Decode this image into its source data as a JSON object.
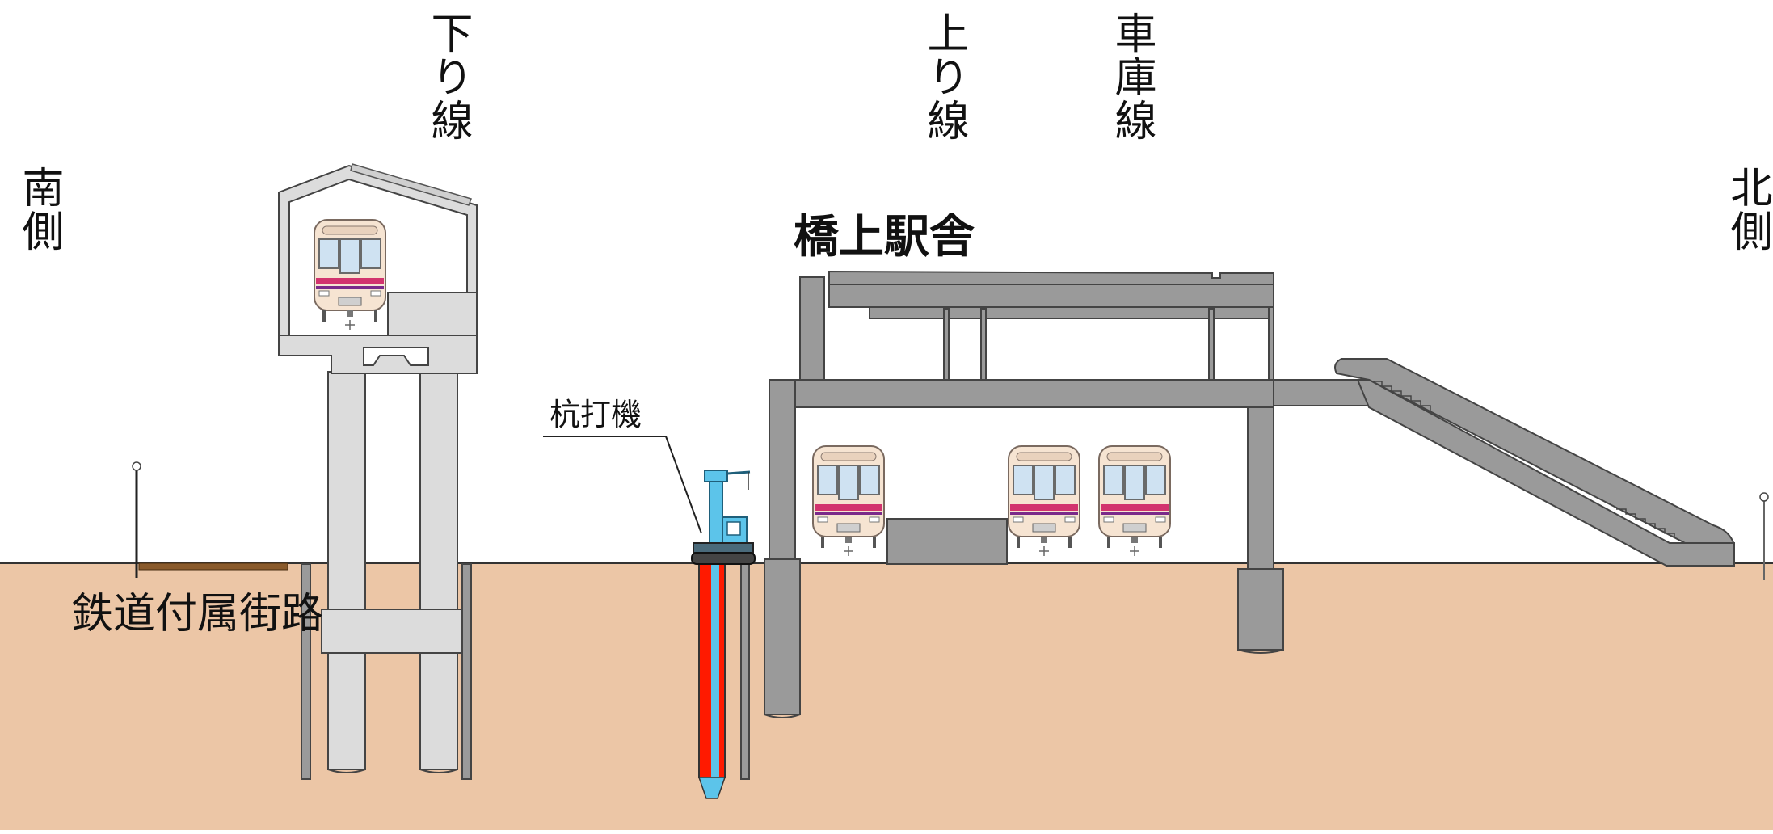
{
  "labels": {
    "south_side": "南側",
    "north_side": "北側",
    "down_line": "下り線",
    "up_line": "上り線",
    "depot_line": "車庫線",
    "station_over_track": "橋上駅舎",
    "pile_driver": "杭打機",
    "rail_street": "鉄道付属街路"
  },
  "colors": {
    "ground": "#ecc6a6",
    "concrete_light": "#dcdcdc",
    "concrete_dark": "#9a9a9a",
    "pile_red": "#ff1a00",
    "pile_blue": "#5cc4ea",
    "road_brown": "#8a5a2b",
    "train_body": "#f6e4d2",
    "train_stripe": "#d2336e"
  },
  "icons": [
    "train-icon",
    "pile-driver-icon",
    "escalator-icon"
  ]
}
